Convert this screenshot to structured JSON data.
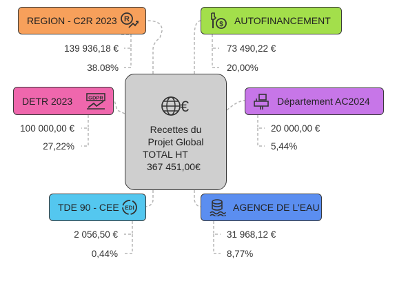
{
  "center": {
    "title_line1": "Recettes du",
    "title_line2": "Projet Global",
    "title_line3": "TOTAL HT",
    "total": "367 451,00€",
    "icon": "globe-euro-icon"
  },
  "sources": {
    "region": {
      "label": "REGION - C2R 2023",
      "amount": "139 936,18 €",
      "percent": "38.08%",
      "color": "#f7a05b",
      "icon": "registered-growth-icon"
    },
    "detr": {
      "label": "DETR 2023",
      "amount": "100 000,00 €",
      "percent": "27,22%",
      "color": "#ef67ad",
      "icon": "gdpr-icon"
    },
    "tde": {
      "label": "TDE 90 - CEE",
      "amount": "2 056,50 €",
      "percent": "0,44%",
      "color": "#54c7ef",
      "icon": "edi-icon"
    },
    "auto": {
      "label": "AUTOFINANCEMENT",
      "amount": "73 490,22 €",
      "percent": "20,00%",
      "color": "#a3df4b",
      "icon": "tools-money-icon"
    },
    "dept": {
      "label": "Département AC2024",
      "amount": "20 000,00 €",
      "percent": "5,44%",
      "color": "#c776e8",
      "icon": "mailbox-icon"
    },
    "agence": {
      "label": "AGENCE DE L'EAU",
      "amount": "31 968,12 €",
      "percent": "8,77%",
      "color": "#5b8ef0",
      "icon": "water-database-icon"
    }
  }
}
